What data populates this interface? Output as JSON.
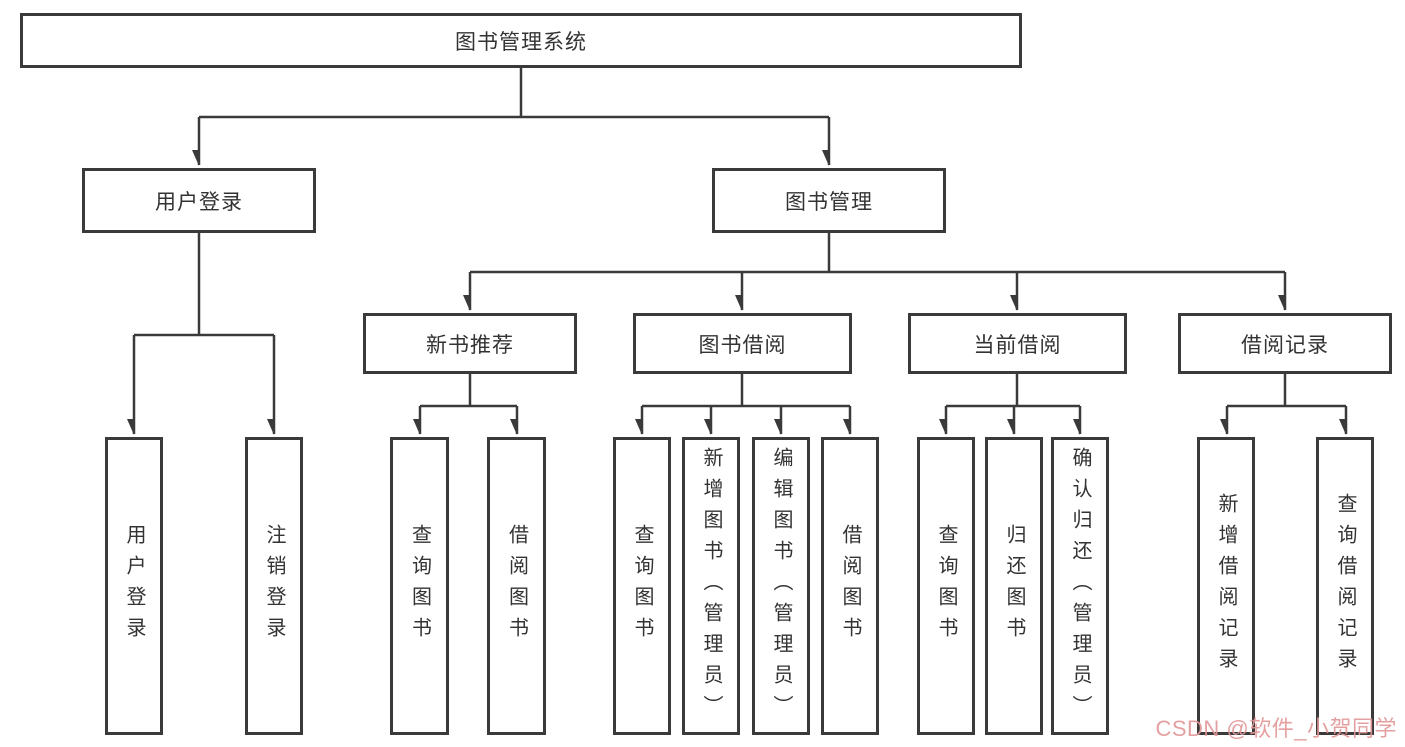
{
  "diagram": {
    "title": "图书管理系统",
    "type": "hierarchy-tree",
    "colors": {
      "line": "#3a3a3a",
      "box_border": "#3a3a3a",
      "box_fill": "#ffffff",
      "text": "#333333",
      "background": "#ffffff",
      "watermark": "#e29898"
    },
    "nodes": {
      "root": {
        "label": "图书管理系统"
      },
      "user_login": {
        "label": "用户登录"
      },
      "book_management": {
        "label": "图书管理"
      },
      "new_book_recommendation": {
        "label": "新书推荐"
      },
      "book_borrowing": {
        "label": "图书借阅"
      },
      "current_borrowing": {
        "label": "当前借阅"
      },
      "borrowing_records": {
        "label": "借阅记录"
      },
      "user_login_leaf": {
        "label": "用户登录"
      },
      "logout_leaf": {
        "label": "注销登录"
      },
      "query_books_recommend": {
        "label": "查询图书"
      },
      "borrow_books_recommend": {
        "label": "借阅图书"
      },
      "query_books_borrowing": {
        "label": "查询图书"
      },
      "add_books_admin": {
        "label": "新增图书（管理员）"
      },
      "edit_books_admin": {
        "label": "编辑图书（管理员）"
      },
      "borrow_books_leaf": {
        "label": "借阅图书"
      },
      "query_books_current": {
        "label": "查询图书"
      },
      "return_books": {
        "label": "归还图书"
      },
      "confirm_return_admin": {
        "label": "确认归还（管理员）"
      },
      "add_borrowing_record": {
        "label": "新增借阅记录"
      },
      "query_borrowing_record": {
        "label": "查询借阅记录"
      }
    },
    "edges": [
      {
        "parent": "root",
        "children": [
          "user_login",
          "book_management"
        ]
      },
      {
        "parent": "user_login",
        "children": [
          "user_login_leaf",
          "logout_leaf"
        ]
      },
      {
        "parent": "book_management",
        "children": [
          "new_book_recommendation",
          "book_borrowing",
          "current_borrowing",
          "borrowing_records"
        ]
      },
      {
        "parent": "new_book_recommendation",
        "children": [
          "query_books_recommend",
          "borrow_books_recommend"
        ]
      },
      {
        "parent": "book_borrowing",
        "children": [
          "query_books_borrowing",
          "add_books_admin",
          "edit_books_admin",
          "borrow_books_leaf"
        ]
      },
      {
        "parent": "current_borrowing",
        "children": [
          "query_books_current",
          "return_books",
          "confirm_return_admin"
        ]
      },
      {
        "parent": "borrowing_records",
        "children": [
          "add_borrowing_record",
          "query_borrowing_record"
        ]
      }
    ],
    "watermark": {
      "text": "CSDN @软件_小贺同学"
    }
  }
}
